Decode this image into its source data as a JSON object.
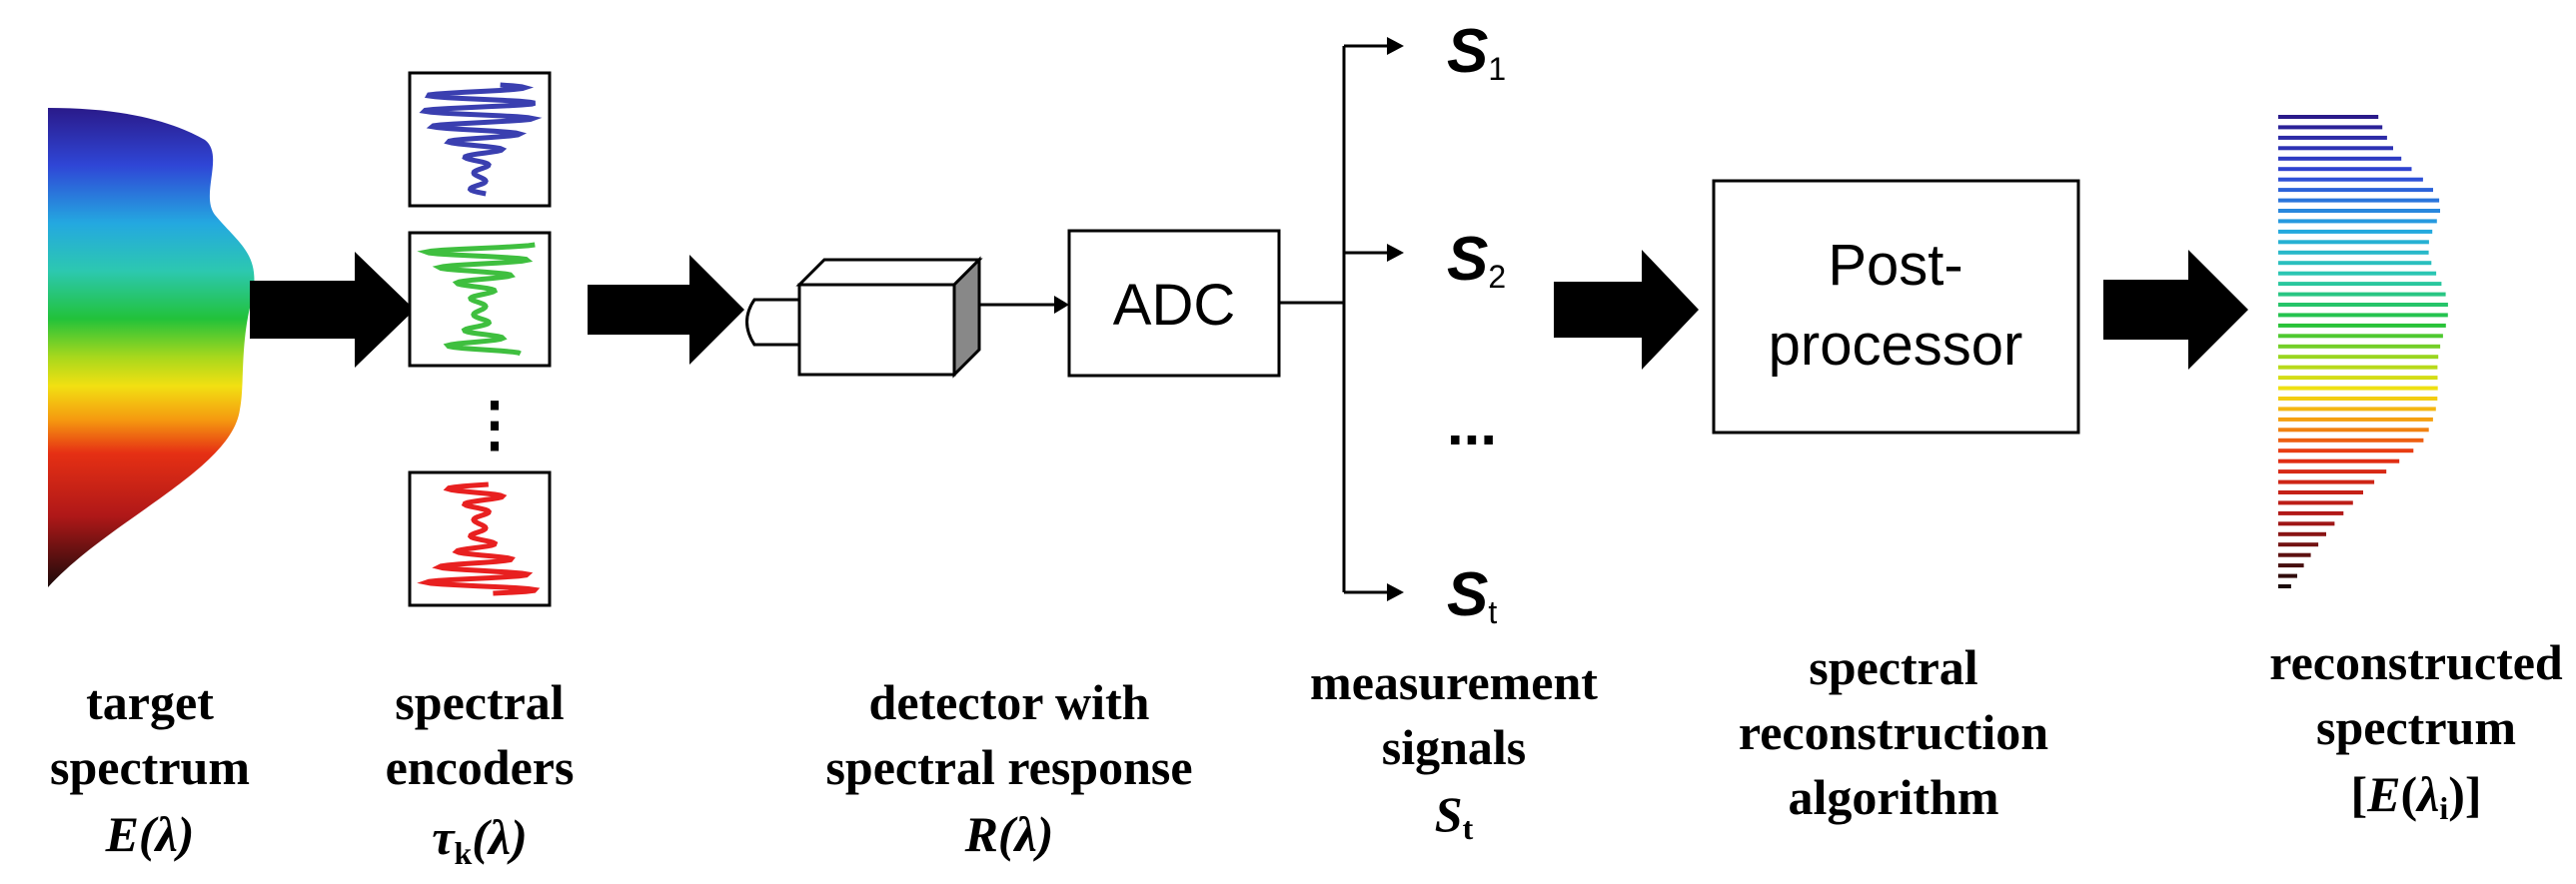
{
  "stages": {
    "target": {
      "line1": "target",
      "line2": "spectrum",
      "sym": "E",
      "arg": "(λ)"
    },
    "encoders": {
      "line1": "spectral",
      "line2": "encoders",
      "sym": "τ",
      "sub": "k",
      "arg": "(λ)"
    },
    "detector": {
      "line1": "detector with",
      "line2": "spectral response",
      "sym": "R",
      "arg": "(λ)"
    },
    "measurement": {
      "line1": "measurement",
      "line2": "signals",
      "sym": "S",
      "sub": "t"
    },
    "algorithm": {
      "line1": "spectral",
      "line2": "reconstruction",
      "line3": "algorithm"
    },
    "reconstructed": {
      "line1": "reconstructed",
      "line2": "spectrum",
      "open": "[",
      "sym": "E",
      "paren": "(",
      "lam": "λ",
      "sub": "i",
      "close": ")]"
    }
  },
  "adc": {
    "label": "ADC"
  },
  "postprocessor": {
    "line1": "Post-",
    "line2": "processor"
  },
  "signals": [
    {
      "letter": "S",
      "sub": "1"
    },
    {
      "letter": "S",
      "sub": "2"
    },
    {
      "letter": "S",
      "sub": "t"
    }
  ],
  "signal_ellipsis": "...",
  "encoder_ellipsis": "⋮",
  "colors": {
    "encoder_1": "#3a3fb0",
    "encoder_2": "#3fbf3f",
    "encoder_3": "#e82020",
    "arrow": "#000000"
  }
}
